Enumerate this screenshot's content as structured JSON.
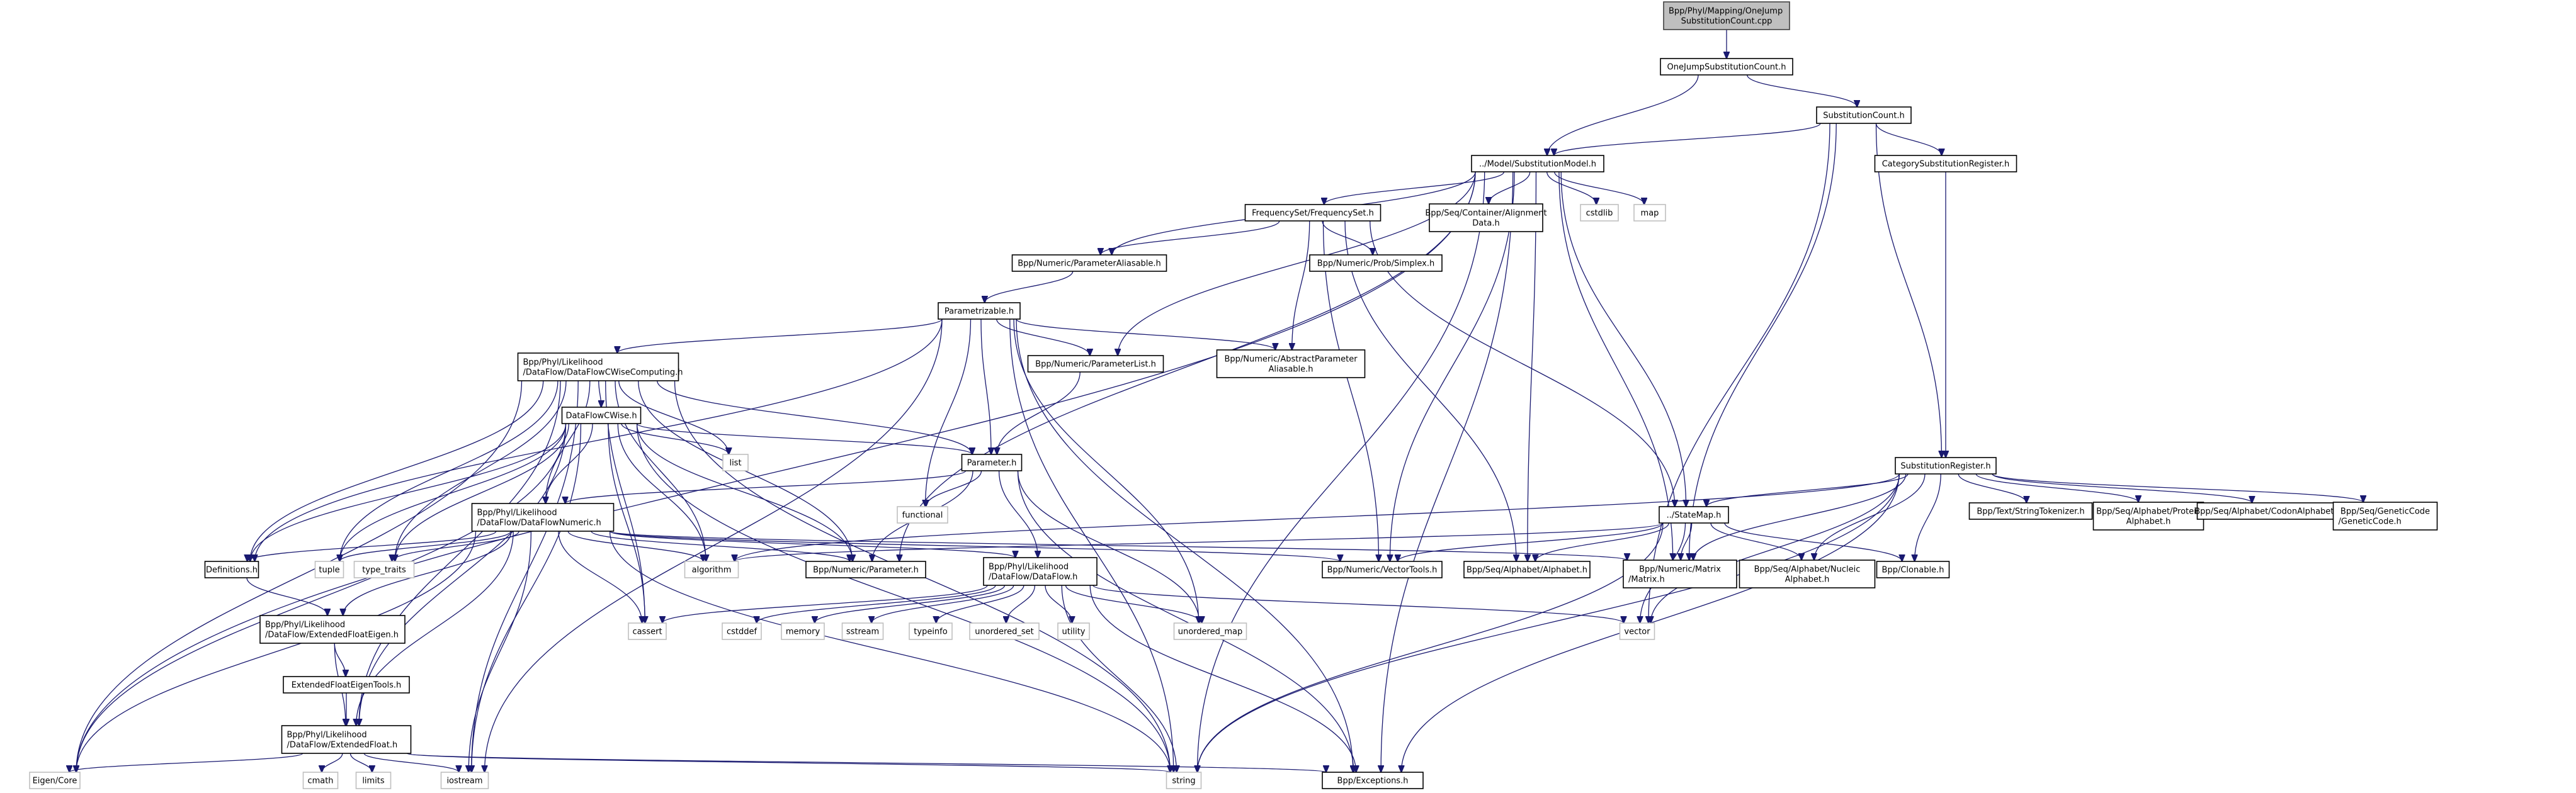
{
  "title": "Include dependency graph for OneJumpSubstitutionCount.cpp",
  "colors": {
    "edge": "#191970",
    "root_fill": "#bfbfbf",
    "node_border": "#000000",
    "system_border": "#bfbfbf"
  },
  "nodes": [
    {
      "id": "root",
      "label": [
        "Bpp/Phyl/Mapping/OneJump",
        "SubstitutionCount.cpp"
      ],
      "kind": "root"
    },
    {
      "id": "ojsc_h",
      "label": [
        "OneJumpSubstitutionCount.h"
      ],
      "kind": "file"
    },
    {
      "id": "sc_h",
      "label": [
        "SubstitutionCount.h"
      ],
      "kind": "file"
    },
    {
      "id": "sm_h",
      "label": [
        "../Model/SubstitutionModel.h"
      ],
      "kind": "file"
    },
    {
      "id": "csr_h",
      "label": [
        "CategorySubstitutionRegister.h"
      ],
      "kind": "file"
    },
    {
      "id": "fs_h",
      "label": [
        "FrequencySet/FrequencySet.h"
      ],
      "kind": "file"
    },
    {
      "id": "align_h",
      "label": [
        "Bpp/Seq/Container/Alignment",
        "Data.h"
      ],
      "kind": "file"
    },
    {
      "id": "cstdlib",
      "label": [
        "cstdlib"
      ],
      "kind": "sys"
    },
    {
      "id": "map",
      "label": [
        "map"
      ],
      "kind": "sys"
    },
    {
      "id": "pa_h",
      "label": [
        "Bpp/Numeric/ParameterAliasable.h"
      ],
      "kind": "file"
    },
    {
      "id": "simplex_h",
      "label": [
        "Bpp/Numeric/Prob/Simplex.h"
      ],
      "kind": "file"
    },
    {
      "id": "param_izable",
      "label": [
        "Parametrizable.h"
      ],
      "kind": "file"
    },
    {
      "id": "plist_h",
      "label": [
        "Bpp/Numeric/ParameterList.h"
      ],
      "kind": "file"
    },
    {
      "id": "apa_h",
      "label": [
        "Bpp/Numeric/AbstractParameter",
        "Aliasable.h"
      ],
      "kind": "file"
    },
    {
      "id": "dfcwc_h",
      "label": [
        "Bpp/Phyl/Likelihood",
        "/DataFlow/DataFlowCWiseComputing.h"
      ],
      "kind": "file"
    },
    {
      "id": "dfcw_h",
      "label": [
        "DataFlowCWise.h"
      ],
      "kind": "file"
    },
    {
      "id": "list",
      "label": [
        "list"
      ],
      "kind": "sys"
    },
    {
      "id": "parameter_h",
      "label": [
        "Parameter.h"
      ],
      "kind": "file"
    },
    {
      "id": "functional",
      "label": [
        "functional"
      ],
      "kind": "sys"
    },
    {
      "id": "sr_h",
      "label": [
        "SubstitutionRegister.h"
      ],
      "kind": "file"
    },
    {
      "id": "dfn_h",
      "label": [
        "Bpp/Phyl/Likelihood",
        "/DataFlow/DataFlowNumeric.h"
      ],
      "kind": "file"
    },
    {
      "id": "statemap_h",
      "label": [
        "../StateMap.h"
      ],
      "kind": "file"
    },
    {
      "id": "strtok_h",
      "label": [
        "Bpp/Text/StringTokenizer.h"
      ],
      "kind": "file"
    },
    {
      "id": "proteic_h",
      "label": [
        "Bpp/Seq/Alphabet/Proteic",
        "Alphabet.h"
      ],
      "kind": "file"
    },
    {
      "id": "codon_h",
      "label": [
        "Bpp/Seq/Alphabet/CodonAlphabet.h"
      ],
      "kind": "file"
    },
    {
      "id": "gcode_h",
      "label": [
        "Bpp/Seq/GeneticCode",
        "/GeneticCode.h"
      ],
      "kind": "file"
    },
    {
      "id": "defs_h",
      "label": [
        "Definitions.h"
      ],
      "kind": "file"
    },
    {
      "id": "tuple",
      "label": [
        "tuple"
      ],
      "kind": "sys"
    },
    {
      "id": "type_traits",
      "label": [
        "type_traits"
      ],
      "kind": "sys"
    },
    {
      "id": "algorithm",
      "label": [
        "algorithm"
      ],
      "kind": "sys"
    },
    {
      "id": "bnparam_h",
      "label": [
        "Bpp/Numeric/Parameter.h"
      ],
      "kind": "file"
    },
    {
      "id": "dataflow_h",
      "label": [
        "Bpp/Phyl/Likelihood",
        "/DataFlow/DataFlow.h"
      ],
      "kind": "file"
    },
    {
      "id": "vectools_h",
      "label": [
        "Bpp/Numeric/VectorTools.h"
      ],
      "kind": "file"
    },
    {
      "id": "alphabet_h",
      "label": [
        "Bpp/Seq/Alphabet/Alphabet.h"
      ],
      "kind": "file"
    },
    {
      "id": "matrix_h",
      "label": [
        "Bpp/Numeric/Matrix",
        "/Matrix.h"
      ],
      "kind": "file"
    },
    {
      "id": "nucleic_h",
      "label": [
        "Bpp/Seq/Alphabet/Nucleic",
        "Alphabet.h"
      ],
      "kind": "file"
    },
    {
      "id": "clonable_h",
      "label": [
        "Bpp/Clonable.h"
      ],
      "kind": "file"
    },
    {
      "id": "efe_h",
      "label": [
        "Bpp/Phyl/Likelihood",
        "/DataFlow/ExtendedFloatEigen.h"
      ],
      "kind": "file"
    },
    {
      "id": "cassert",
      "label": [
        "cassert"
      ],
      "kind": "sys"
    },
    {
      "id": "cstddef",
      "label": [
        "cstddef"
      ],
      "kind": "sys"
    },
    {
      "id": "memory",
      "label": [
        "memory"
      ],
      "kind": "sys"
    },
    {
      "id": "sstream",
      "label": [
        "sstream"
      ],
      "kind": "sys"
    },
    {
      "id": "typeinfo",
      "label": [
        "typeinfo"
      ],
      "kind": "sys"
    },
    {
      "id": "unordered_set",
      "label": [
        "unordered_set"
      ],
      "kind": "sys"
    },
    {
      "id": "utility",
      "label": [
        "utility"
      ],
      "kind": "sys"
    },
    {
      "id": "unordered_map",
      "label": [
        "unordered_map"
      ],
      "kind": "sys"
    },
    {
      "id": "vector",
      "label": [
        "vector"
      ],
      "kind": "sys"
    },
    {
      "id": "efet_h",
      "label": [
        "ExtendedFloatEigenTools.h"
      ],
      "kind": "file"
    },
    {
      "id": "ef_h",
      "label": [
        "Bpp/Phyl/Likelihood",
        "/DataFlow/ExtendedFloat.h"
      ],
      "kind": "file"
    },
    {
      "id": "eigen_core",
      "label": [
        "Eigen/Core"
      ],
      "kind": "sys"
    },
    {
      "id": "cmath",
      "label": [
        "cmath"
      ],
      "kind": "sys"
    },
    {
      "id": "limits",
      "label": [
        "limits"
      ],
      "kind": "sys"
    },
    {
      "id": "iostream",
      "label": [
        "iostream"
      ],
      "kind": "sys"
    },
    {
      "id": "string",
      "label": [
        "string"
      ],
      "kind": "sys"
    },
    {
      "id": "exceptions_h",
      "label": [
        "Bpp/Exceptions.h"
      ],
      "kind": "file"
    }
  ],
  "edges": [
    [
      "root",
      "ojsc_h"
    ],
    [
      "ojsc_h",
      "sm_h"
    ],
    [
      "ojsc_h",
      "sc_h"
    ],
    [
      "sc_h",
      "sm_h"
    ],
    [
      "sc_h",
      "csr_h"
    ],
    [
      "sc_h",
      "sr_h"
    ],
    [
      "sc_h",
      "matrix_h"
    ],
    [
      "sc_h",
      "vector"
    ],
    [
      "csr_h",
      "sr_h"
    ],
    [
      "sm_h",
      "fs_h"
    ],
    [
      "sm_h",
      "align_h"
    ],
    [
      "sm_h",
      "cstdlib"
    ],
    [
      "sm_h",
      "map"
    ],
    [
      "sm_h",
      "pa_h"
    ],
    [
      "sm_h",
      "plist_h"
    ],
    [
      "sm_h",
      "bnparam_h"
    ],
    [
      "sm_h",
      "statemap_h"
    ],
    [
      "sm_h",
      "matrix_h"
    ],
    [
      "sm_h",
      "vectools_h"
    ],
    [
      "sm_h",
      "alphabet_h"
    ],
    [
      "sm_h",
      "eigen_core"
    ],
    [
      "sm_h",
      "string"
    ],
    [
      "sm_h",
      "exceptions_h"
    ],
    [
      "fs_h",
      "pa_h"
    ],
    [
      "fs_h",
      "simplex_h"
    ],
    [
      "fs_h",
      "apa_h"
    ],
    [
      "fs_h",
      "statemap_h"
    ],
    [
      "fs_h",
      "vectools_h"
    ],
    [
      "fs_h",
      "alphabet_h"
    ],
    [
      "pa_h",
      "param_izable"
    ],
    [
      "param_izable",
      "dfcwc_h"
    ],
    [
      "param_izable",
      "plist_h"
    ],
    [
      "param_izable",
      "apa_h"
    ],
    [
      "param_izable",
      "parameter_h"
    ],
    [
      "param_izable",
      "functional"
    ],
    [
      "param_izable",
      "defs_h"
    ],
    [
      "param_izable",
      "iostream"
    ],
    [
      "param_izable",
      "unordered_map"
    ],
    [
      "param_izable",
      "string"
    ],
    [
      "param_izable",
      "exceptions_h"
    ],
    [
      "plist_h",
      "parameter_h"
    ],
    [
      "dfcwc_h",
      "dfcw_h"
    ],
    [
      "dfcwc_h",
      "list"
    ],
    [
      "dfcwc_h",
      "parameter_h"
    ],
    [
      "dfcwc_h",
      "dfn_h"
    ],
    [
      "dfcwc_h",
      "defs_h"
    ],
    [
      "dfcwc_h",
      "tuple"
    ],
    [
      "dfcwc_h",
      "type_traits"
    ],
    [
      "dfcwc_h",
      "algorithm"
    ],
    [
      "dfcwc_h",
      "bnparam_h"
    ],
    [
      "dfcwc_h",
      "eigen_core"
    ],
    [
      "dfcwc_h",
      "ef_h"
    ],
    [
      "dfcwc_h",
      "iostream"
    ],
    [
      "dfcwc_h",
      "cassert"
    ],
    [
      "dfcwc_h",
      "string"
    ],
    [
      "dfcw_h",
      "list"
    ],
    [
      "dfcw_h",
      "parameter_h"
    ],
    [
      "dfcw_h",
      "dfn_h"
    ],
    [
      "dfcw_h",
      "defs_h"
    ],
    [
      "dfcw_h",
      "tuple"
    ],
    [
      "dfcw_h",
      "type_traits"
    ],
    [
      "dfcw_h",
      "algorithm"
    ],
    [
      "dfcw_h",
      "bnparam_h"
    ],
    [
      "dfcw_h",
      "eigen_core"
    ],
    [
      "dfcw_h",
      "ef_h"
    ],
    [
      "dfcw_h",
      "iostream"
    ],
    [
      "dfcw_h",
      "cassert"
    ],
    [
      "dfcw_h",
      "string"
    ],
    [
      "parameter_h",
      "dfn_h"
    ],
    [
      "parameter_h",
      "functional"
    ],
    [
      "parameter_h",
      "bnparam_h"
    ],
    [
      "parameter_h",
      "dataflow_h"
    ],
    [
      "parameter_h",
      "unordered_map"
    ],
    [
      "parameter_h",
      "exceptions_h"
    ],
    [
      "dfn_h",
      "defs_h"
    ],
    [
      "dfn_h",
      "tuple"
    ],
    [
      "dfn_h",
      "type_traits"
    ],
    [
      "dfn_h",
      "algorithm"
    ],
    [
      "dfn_h",
      "bnparam_h"
    ],
    [
      "dfn_h",
      "dataflow_h"
    ],
    [
      "dfn_h",
      "vectools_h"
    ],
    [
      "dfn_h",
      "matrix_h"
    ],
    [
      "dfn_h",
      "efe_h"
    ],
    [
      "dfn_h",
      "ef_h"
    ],
    [
      "dfn_h",
      "eigen_core"
    ],
    [
      "dfn_h",
      "iostream"
    ],
    [
      "dfn_h",
      "cassert"
    ],
    [
      "dfn_h",
      "string"
    ],
    [
      "sr_h",
      "statemap_h"
    ],
    [
      "sr_h",
      "strtok_h"
    ],
    [
      "sr_h",
      "proteic_h"
    ],
    [
      "sr_h",
      "codon_h"
    ],
    [
      "sr_h",
      "gcode_h"
    ],
    [
      "sr_h",
      "matrix_h"
    ],
    [
      "sr_h",
      "nucleic_h"
    ],
    [
      "sr_h",
      "clonable_h"
    ],
    [
      "sr_h",
      "algorithm"
    ],
    [
      "sr_h",
      "vector"
    ],
    [
      "sr_h",
      "string"
    ],
    [
      "sr_h",
      "exceptions_h"
    ],
    [
      "statemap_h",
      "vectools_h"
    ],
    [
      "statemap_h",
      "alphabet_h"
    ],
    [
      "statemap_h",
      "matrix_h"
    ],
    [
      "statemap_h",
      "nucleic_h"
    ],
    [
      "statemap_h",
      "clonable_h"
    ],
    [
      "statemap_h",
      "algorithm"
    ],
    [
      "statemap_h",
      "vector"
    ],
    [
      "statemap_h",
      "string"
    ],
    [
      "dataflow_h",
      "cassert"
    ],
    [
      "dataflow_h",
      "cstddef"
    ],
    [
      "dataflow_h",
      "memory"
    ],
    [
      "dataflow_h",
      "sstream"
    ],
    [
      "dataflow_h",
      "typeinfo"
    ],
    [
      "dataflow_h",
      "unordered_set"
    ],
    [
      "dataflow_h",
      "utility"
    ],
    [
      "dataflow_h",
      "unordered_map"
    ],
    [
      "dataflow_h",
      "vector"
    ],
    [
      "dataflow_h",
      "string"
    ],
    [
      "dataflow_h",
      "exceptions_h"
    ],
    [
      "defs_h",
      "efe_h"
    ],
    [
      "efe_h",
      "efet_h"
    ],
    [
      "efe_h",
      "ef_h"
    ],
    [
      "efet_h",
      "ef_h"
    ],
    [
      "ef_h",
      "eigen_core"
    ],
    [
      "ef_h",
      "cmath"
    ],
    [
      "ef_h",
      "limits"
    ],
    [
      "ef_h",
      "iostream"
    ],
    [
      "ef_h",
      "string"
    ],
    [
      "ef_h",
      "exceptions_h"
    ]
  ]
}
